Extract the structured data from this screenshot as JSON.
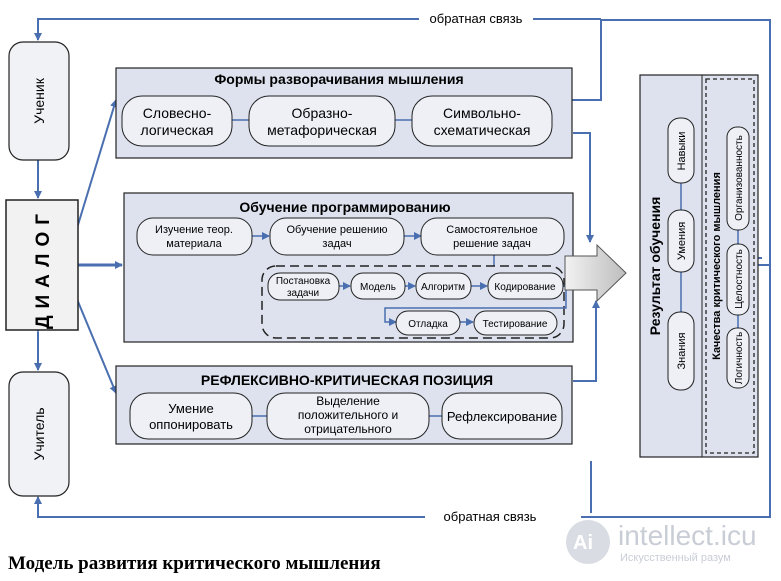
{
  "feedback_top": "обратная связь",
  "feedback_bottom": "обратная связь",
  "student": "Ученик",
  "teacher": "Учитель",
  "dialog": "ДИАЛОГ",
  "forms": {
    "title": "Формы разворачивания мышления",
    "items": [
      [
        "Словесно-",
        "логическая"
      ],
      [
        "Образно-",
        "метафорическая"
      ],
      [
        "Символьно-",
        "схематическая"
      ]
    ]
  },
  "programming": {
    "title": "Обучение программированию",
    "items": [
      [
        "Изучение теор.",
        "материала"
      ],
      [
        "Обучение решению",
        "задач"
      ],
      [
        "Самостоятельное",
        "решение задач"
      ]
    ],
    "steps": [
      [
        "Постановка",
        "задачи"
      ],
      [
        "Модель"
      ],
      [
        "Алгоритм"
      ],
      [
        "Кодирование"
      ],
      [
        "Отладка"
      ],
      [
        "Тестирование"
      ]
    ]
  },
  "reflexive": {
    "title": "РЕФЛЕКСИВНО-КРИТИЧЕСКАЯ ПОЗИЦИЯ",
    "items": [
      [
        "Умение",
        "оппонировать"
      ],
      [
        "Выделение",
        "положительного и",
        "отрицательного"
      ],
      [
        "Рефлексирование"
      ]
    ]
  },
  "result": {
    "title": "Результат обучения",
    "items": [
      "Навыки",
      "Умения",
      "Знания"
    ]
  },
  "qualities": {
    "title": "Качества критического мышления",
    "items": [
      "Организованность",
      "Целостность",
      "Логичность"
    ]
  },
  "caption": "Модель развития критического мышления",
  "watermark": {
    "logo_text": "Ai",
    "name": "intellect.icu",
    "subtitle": "Искусственный разум"
  }
}
